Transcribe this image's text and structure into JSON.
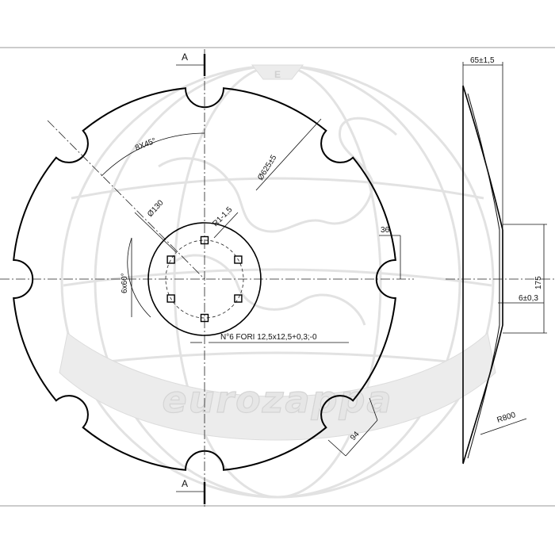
{
  "section_mark": "A",
  "labels": {
    "pitch_angle": "8X45°",
    "outer_diameter": "Ø625±5",
    "bolt_circle": "Ø130",
    "corner_radius": "R1-1,5",
    "hole_angle": "6x60°",
    "notch_depth": "36",
    "holes_note": "N°6  FORI  12,5x12,5+0,3;-0",
    "notch_width": "94",
    "dish_depth": "65±1,5",
    "hub_height": "175",
    "thickness": "6±0,3",
    "dish_radius": "R800"
  },
  "watermark": {
    "brand": "eurozappa",
    "logo_letters": "E"
  },
  "colors": {
    "line": "#111111",
    "watermark": "#e2e2e2"
  }
}
